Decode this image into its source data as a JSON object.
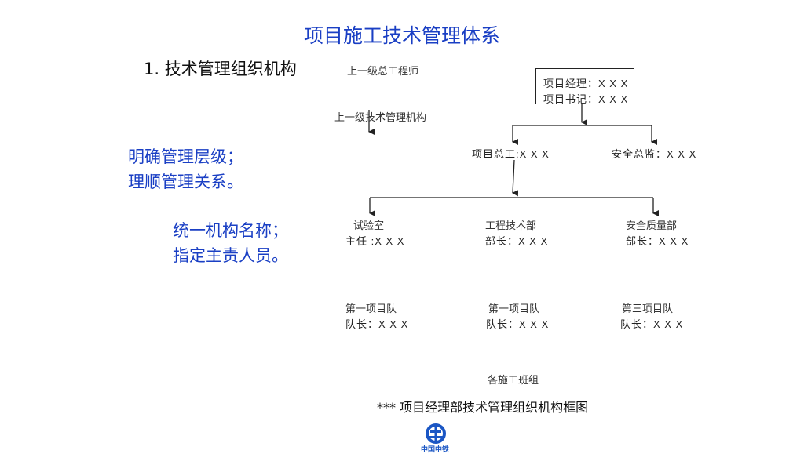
{
  "slide": {
    "title": "项目施工技术管理体系",
    "heading": "1. 技术管理组织机构",
    "notes": [
      "明确管理层级；",
      "理顺管理关系。",
      "统一机构名称；",
      "指定主责人员。"
    ],
    "caption": "*** 项目经理部技术管理组织机构框图"
  },
  "chart": {
    "upper_engineer": "上一级总工程师",
    "upper_org": "上一级技术管理机构",
    "top_box": [
      "项目经理：X X X",
      "项目书记：X X X"
    ],
    "chief_engineer": "项目总工:X X X",
    "safety_director": "安全总监：X X X",
    "departments": [
      {
        "name": "试验室",
        "lead": "主任 :X X X"
      },
      {
        "name": "工程技术部",
        "lead": "部长：X X X"
      },
      {
        "name": "安全质量部",
        "lead": "部长：X X X"
      }
    ],
    "teams": [
      {
        "name": "第一项目队",
        "lead": "队长：X X X"
      },
      {
        "name": "第一项目队",
        "lead": "队长：X X X"
      },
      {
        "name": "第三项目队",
        "lead": "队长：X X X"
      }
    ],
    "crews": "各施工班组"
  },
  "logo": {
    "text": "中国中铁"
  },
  "colors": {
    "accent": "#1a3fc4",
    "line": "#222222"
  }
}
